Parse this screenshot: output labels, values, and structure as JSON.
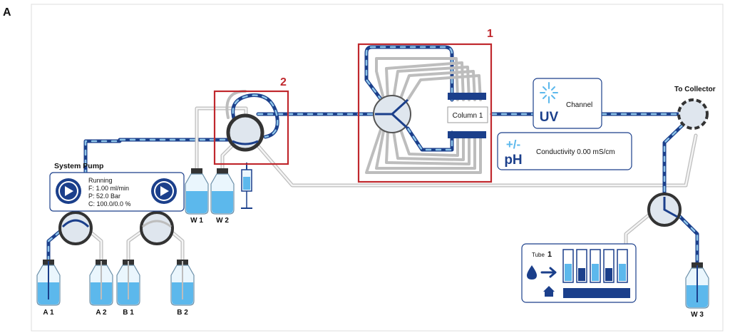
{
  "panel_label": "A",
  "marker_1": "1",
  "marker_2": "2",
  "system_pump": {
    "title": "System Pump",
    "status": "Running",
    "flow": "F: 1.00 ml/min",
    "pressure": "P: 52.0  Bar",
    "composition": "C: 100.0/0.0 %"
  },
  "column_label": "Column 1",
  "uv": {
    "text": "UV",
    "channel": "Channel"
  },
  "ph": {
    "sign": "+/-",
    "text": "pH",
    "conductivity": "Conductivity 0.00 mS/cm"
  },
  "collector_label": "To Collector",
  "tube": {
    "prefix": "Tube",
    "number": "1"
  },
  "bottles": {
    "a1": "A 1",
    "a2": "A 2",
    "b1": "B 1",
    "b2": "B 2",
    "w1": "W 1",
    "w2": "W 2",
    "w3": "W 3"
  },
  "colors": {
    "dark_blue": "#1b3f8b",
    "light_blue": "#7fc8ee",
    "frame_red": "#c0282d",
    "grey": "#bdbdbd"
  }
}
